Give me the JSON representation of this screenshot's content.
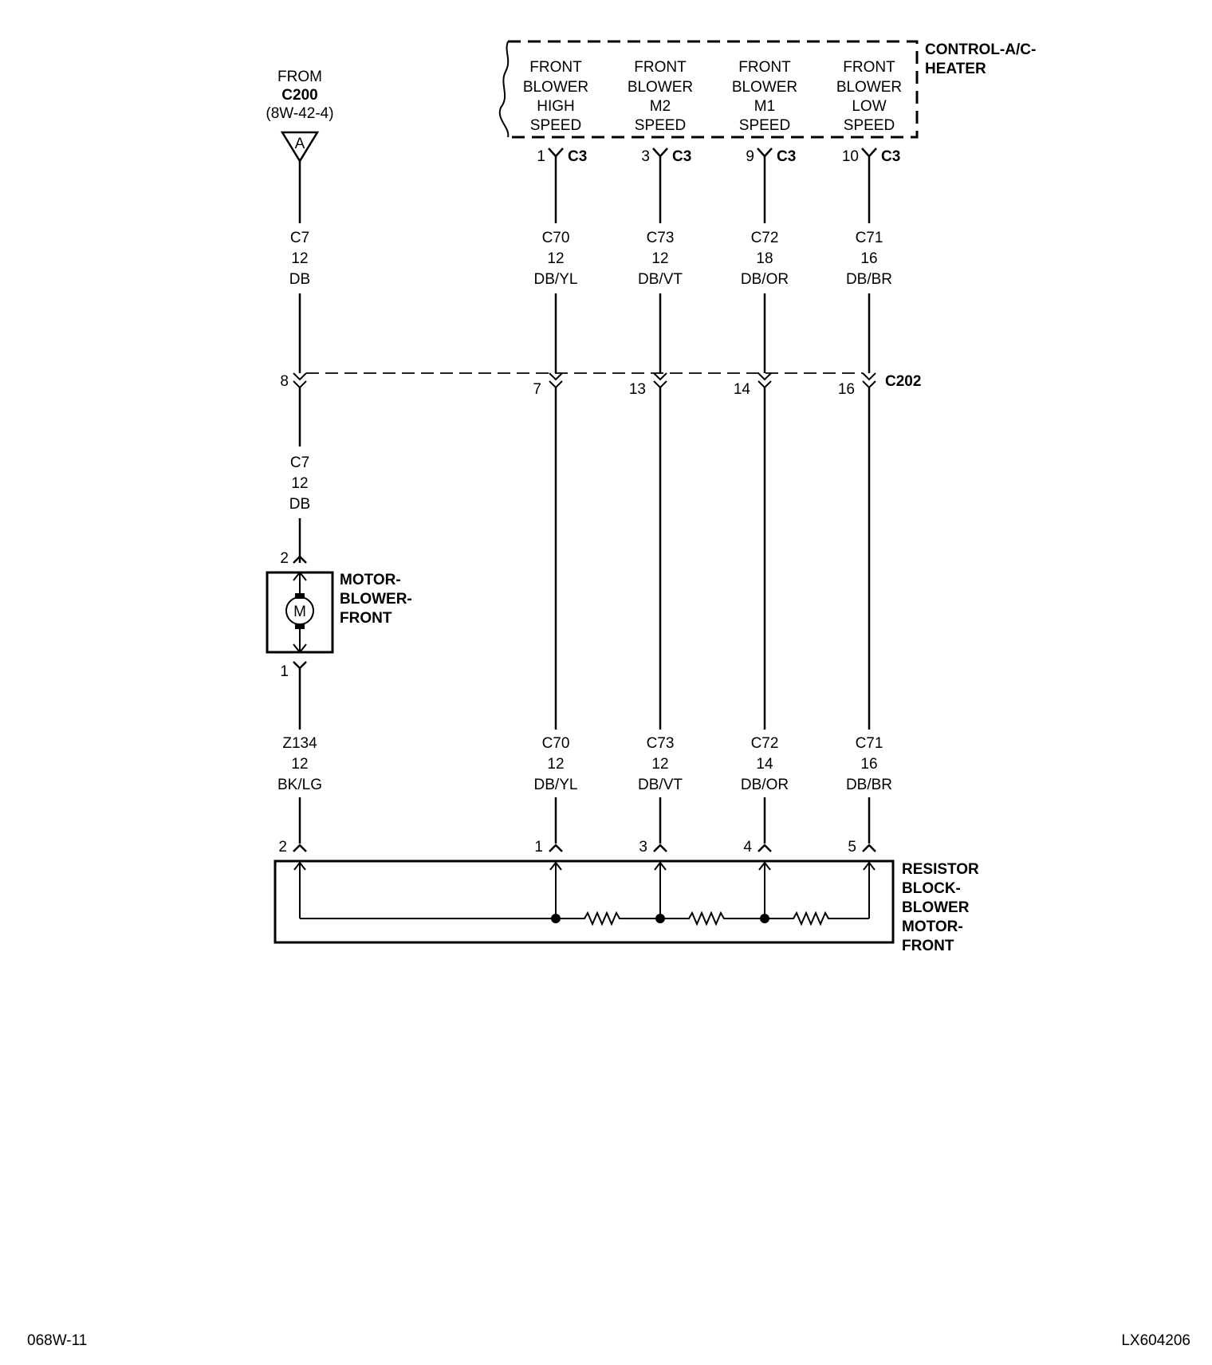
{
  "control_module": {
    "name_line1": "CONTROL-A/C-",
    "name_line2": "HEATER",
    "functions": [
      {
        "lines": [
          "FRONT",
          "BLOWER",
          "HIGH",
          "SPEED"
        ],
        "pin": "1",
        "connector": "C3"
      },
      {
        "lines": [
          "FRONT",
          "BLOWER",
          "M2",
          "SPEED"
        ],
        "pin": "3",
        "connector": "C3"
      },
      {
        "lines": [
          "FRONT",
          "BLOWER",
          "M1",
          "SPEED"
        ],
        "pin": "9",
        "connector": "C3"
      },
      {
        "lines": [
          "FRONT",
          "BLOWER",
          "LOW",
          "SPEED"
        ],
        "pin": "10",
        "connector": "C3"
      }
    ]
  },
  "from_ref": {
    "line1": "FROM",
    "line2": "C200",
    "line3": "(8W-42-4)",
    "symbol": "A"
  },
  "wires_upper": [
    {
      "circuit": "C7",
      "gauge": "12",
      "color": "DB"
    },
    {
      "circuit": "C70",
      "gauge": "12",
      "color": "DB/YL"
    },
    {
      "circuit": "C73",
      "gauge": "12",
      "color": "DB/VT"
    },
    {
      "circuit": "C72",
      "gauge": "18",
      "color": "DB/OR"
    },
    {
      "circuit": "C71",
      "gauge": "16",
      "color": "DB/BR"
    }
  ],
  "c202": {
    "name": "C202",
    "pins": [
      "8",
      "7",
      "13",
      "14",
      "16"
    ]
  },
  "wire_motor": {
    "circuit": "C7",
    "gauge": "12",
    "color": "DB"
  },
  "motor": {
    "name_line1": "MOTOR-",
    "name_line2": "BLOWER-",
    "name_line3": "FRONT",
    "symbol": "M",
    "pin_top": "2",
    "pin_bottom": "1"
  },
  "wires_lower": [
    {
      "circuit": "Z134",
      "gauge": "12",
      "color": "BK/LG"
    },
    {
      "circuit": "C70",
      "gauge": "12",
      "color": "DB/YL"
    },
    {
      "circuit": "C73",
      "gauge": "12",
      "color": "DB/VT"
    },
    {
      "circuit": "C72",
      "gauge": "14",
      "color": "DB/OR"
    },
    {
      "circuit": "C71",
      "gauge": "16",
      "color": "DB/BR"
    }
  ],
  "resistor_block": {
    "name_lines": [
      "RESISTOR",
      "BLOCK-",
      "BLOWER",
      "MOTOR-",
      "FRONT"
    ],
    "pins": [
      "2",
      "1",
      "3",
      "4",
      "5"
    ]
  },
  "footer": {
    "left": "068W-11",
    "right": "LX604206"
  }
}
